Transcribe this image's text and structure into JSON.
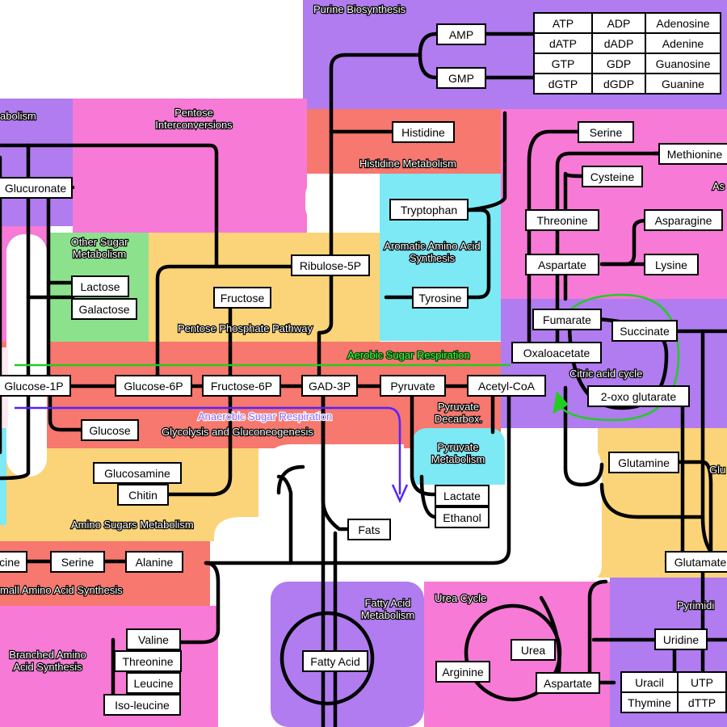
{
  "region_labels": {
    "purine": "Purine Biosynthesis",
    "metabolism_cut": "abolism",
    "pentose_interconversions": "Pentose Interconversions",
    "histidine_metabolism": "Histidine Metabolism",
    "aromatic": "Aromatic Amino Acid Synthesis",
    "other_sugar": "Other Sugar Metabolism",
    "pentose_phosphate": "Pentose Phosphate Pathway",
    "glycolysis": "Glycolysis and Gluconeogenesis",
    "pyruvate_decarbox": "Pyruvate Decarbox.",
    "pyruvate_metabolism": "Pyruvate Metabolism",
    "amino_sugars": "Amino Sugars Metabolism",
    "small_amino": "mall Amino Acid Synthesis",
    "branched_amino": "Branched Amino Acid Synthesis",
    "fatty_acid_metabolism": "Fatty Acid Metabolism",
    "urea_cycle": "Urea Cycle",
    "pyrimidine_cut": "Pyrimidi",
    "citric_acid_cycle": "Citric acid cycle",
    "as_cut": "As",
    "glu_cut": "Glu"
  },
  "flow_labels": {
    "aerobic": "Aerobic Sugar Respiration",
    "anaerobic": "Anaerobic Sugar Respiration"
  },
  "nodes": {
    "amp": "AMP",
    "gmp": "GMP",
    "histidine": "Histidine",
    "glucuronate": "Glucuronate",
    "tryptophan": "Tryptophan",
    "ribulose5p": "Ribulose-5P",
    "fructose": "Fructose",
    "tyrosine": "Tyrosine",
    "lactose": "Lactose",
    "galactose": "Galactose",
    "serine_top": "Serine",
    "methionine": "Methionine",
    "cysteine": "Cysteine",
    "threonine_right": "Threonine",
    "asparagine": "Asparagine",
    "aspartate_top": "Aspartate",
    "lysine": "Lysine",
    "fumarate": "Fumarate",
    "succinate": "Succinate",
    "oxaloacetate": "Oxaloacetate",
    "oxoglutarate": "2-oxo glutarate",
    "glucose1p": "Glucose-1P",
    "glucose6p": "Glucose-6P",
    "fructose6p": "Fructose-6P",
    "gad3p": "GAD-3P",
    "pyruvate": "Pyruvate",
    "acetylcoa": "Acetyl-CoA",
    "glucose": "Glucose",
    "glucosamine": "Glucosamine",
    "chitin": "Chitin",
    "lactate": "Lactate",
    "ethanol": "Ethanol",
    "fats": "Fats",
    "glutamine": "Glutamine",
    "glutamate": "Glutamate",
    "glycine_cut": "cine",
    "serine_low": "Serine",
    "alanine": "Alanine",
    "valine": "Valine",
    "threonine_low": "Threonine",
    "leucine": "Leucine",
    "isoleucine": "Iso-leucine",
    "fatty_acid": "Fatty Acid",
    "urea": "Urea",
    "arginine": "Arginine",
    "aspartate_low": "Aspartate",
    "uridine": "Uridine"
  },
  "purine_table": [
    [
      "ATP",
      "ADP",
      "Adenosine"
    ],
    [
      "dATP",
      "dADP",
      "Adenine"
    ],
    [
      "GTP",
      "GDP",
      "Guanosine"
    ],
    [
      "dGTP",
      "dGDP",
      "Guanine"
    ]
  ],
  "pyrimidine_table": [
    [
      "Uracil",
      "UTP"
    ],
    [
      "Thymine",
      "dTTP"
    ]
  ],
  "colors": {
    "purple": "#b07cf0",
    "pink": "#f77ad6",
    "salmon": "#f6786e",
    "cyan": "#7de9f5",
    "yellow": "#fbd479",
    "green": "#8ce28c",
    "aerobic": "#22cc22",
    "anaerobic": "#5522ff"
  }
}
